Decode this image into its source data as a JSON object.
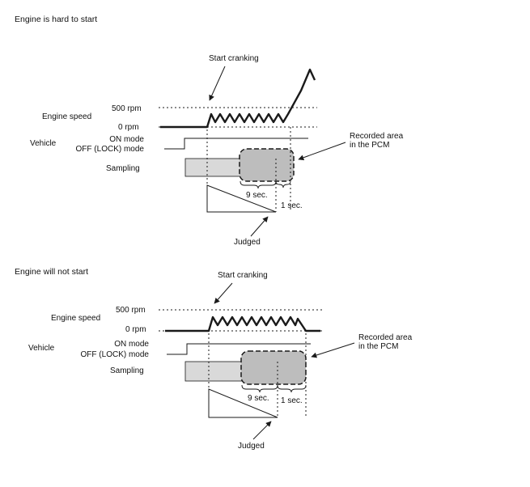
{
  "panels": [
    {
      "title": "Engine is hard to start",
      "start_cranking": "Start cranking",
      "engine_speed": "Engine speed",
      "rpm_500": "500 rpm",
      "rpm_0": "0 rpm",
      "vehicle": "Vehicle",
      "on_mode": "ON mode",
      "off_lock_mode": "OFF (LOCK) mode",
      "sampling": "Sampling",
      "recorded_area_line1": "Recorded area",
      "recorded_area_line2": "in the PCM",
      "nine_sec": "9 sec.",
      "one_sec": "1 sec.",
      "judged": "Judged"
    },
    {
      "title": "Engine will not start",
      "start_cranking": "Start cranking",
      "engine_speed": "Engine speed",
      "rpm_500": "500 rpm",
      "rpm_0": "0 rpm",
      "vehicle": "Vehicle",
      "on_mode": "ON mode",
      "off_lock_mode": "OFF (LOCK) mode",
      "sampling": "Sampling",
      "recorded_area_line1": "Recorded area",
      "recorded_area_line2": "in the PCM",
      "nine_sec": "9 sec.",
      "one_sec": "1 sec.",
      "judged": "Judged"
    }
  ],
  "colors": {
    "line": "#1a1a1a",
    "sampling_fill": "#d9d9d9",
    "recorded_fill": "#bdbdbd"
  }
}
